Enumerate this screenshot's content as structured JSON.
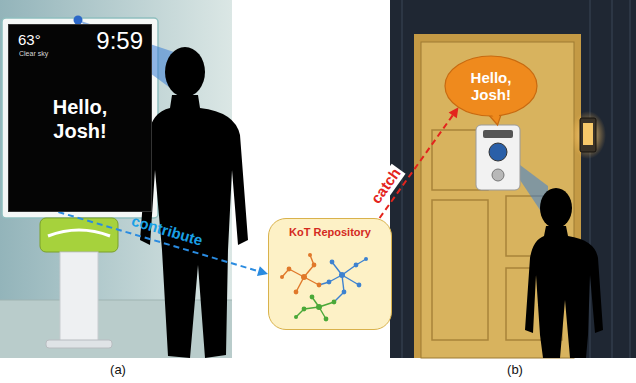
{
  "diagram": {
    "nodes": [
      {
        "text": [
          "63°",
          "Clear sky",
          "9:59",
          "Hello, Josh!"
        ]
      },
      {
        "text": [
          "KoT Repository"
        ]
      },
      {
        "text": [
          "Hello, Josh!"
        ]
      }
    ],
    "edges": [
      {
        "from": 0,
        "to": 1,
        "arrow": "to",
        "label": "contribute"
      },
      {
        "from": 1,
        "to": 2,
        "arrow": "to",
        "label": "catch"
      }
    ],
    "labels": [
      "(a)",
      "(b)"
    ]
  }
}
